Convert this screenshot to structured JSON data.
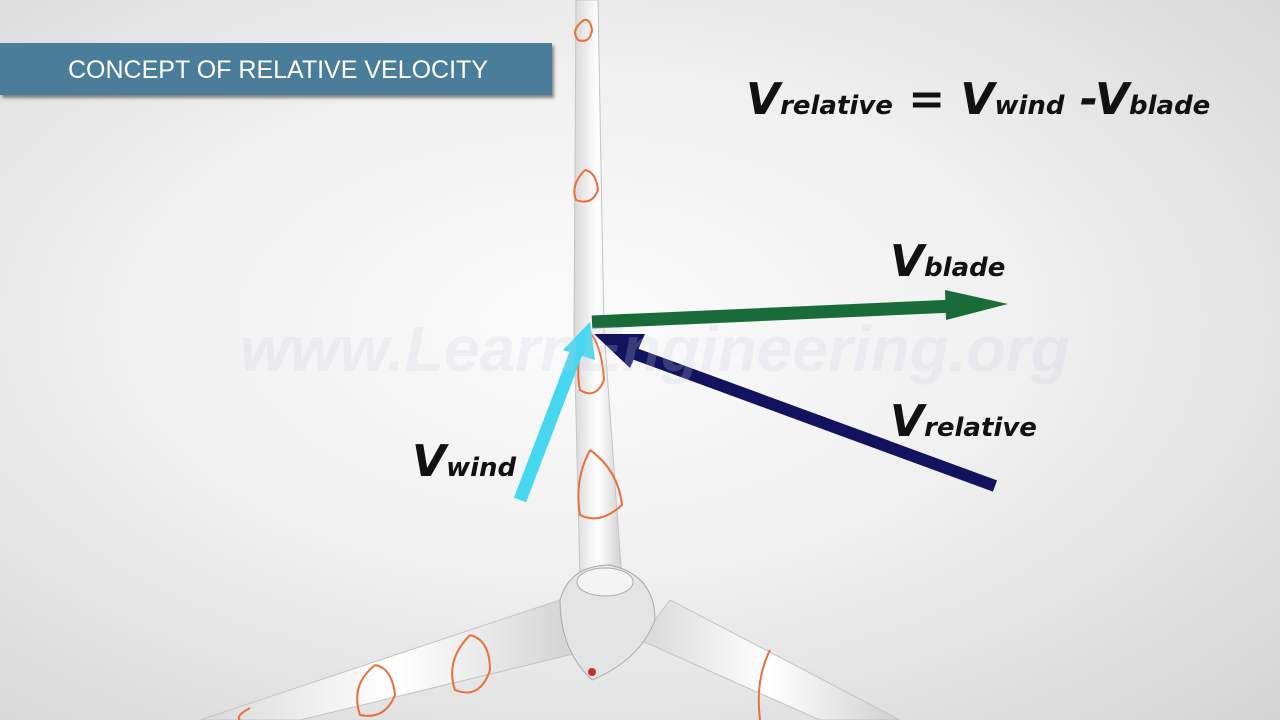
{
  "title": "CONCEPT OF RELATIVE VELOCITY",
  "equation": {
    "lhs_v": "V",
    "lhs_sub": "relative",
    "eq": " = ",
    "t1_v": "V",
    "t1_sub": "wind",
    "minus": " -",
    "t2_v": "V",
    "t2_sub": "blade"
  },
  "labels": {
    "blade": {
      "v": "V",
      "sub": "blade"
    },
    "relative": {
      "v": "V",
      "sub": "relative"
    },
    "wind": {
      "v": "V",
      "sub": "wind"
    }
  },
  "watermark": "www.LearnEngineering.org",
  "colors": {
    "banner": "#4a7d9a",
    "v_blade": "#1a6b3a",
    "v_relative": "#12125e",
    "v_wind": "#45d8f0",
    "airfoil": "#e8703a"
  }
}
